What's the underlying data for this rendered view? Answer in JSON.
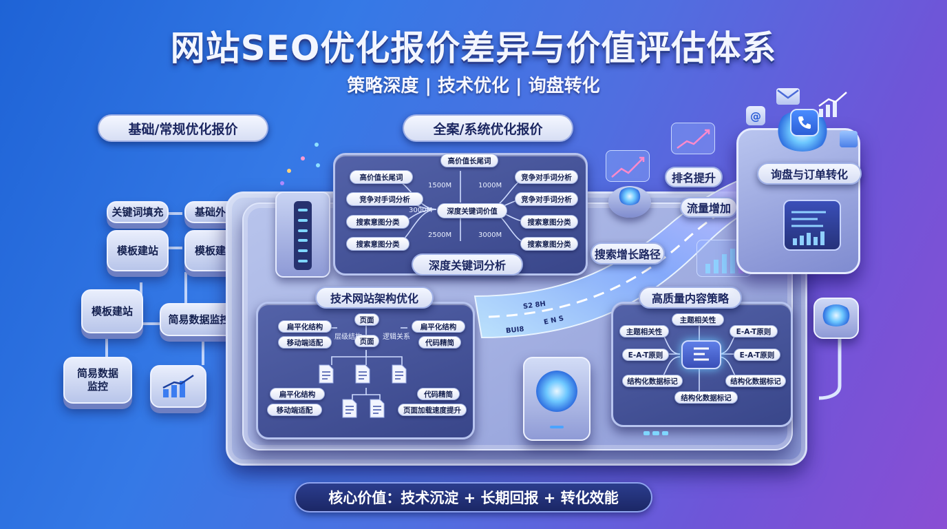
{
  "title": "网站SEO优化报价差异与价值评估体系",
  "subtitle": "策略深度 | 技术优化 | 询盘转化",
  "basic": {
    "heading": "基础/常规优化报价",
    "tiles": [
      "关键词填充",
      "基础外链",
      "模板建站",
      "模板建站",
      "模板建站",
      "简易数据监控",
      "简易数据监控"
    ]
  },
  "full": {
    "heading": "全案/系统优化报价",
    "keyword": {
      "label": "深度关键词分析",
      "center": "深度关键词价值",
      "top": "高价值长尾词",
      "left": [
        "高价值长尾词",
        "竞争对手词分析",
        "搜索意图分类",
        "搜索意图分类"
      ],
      "right": [
        "竞争对手词分析",
        "竞争对手词分析",
        "搜索意图分类",
        "搜索意图分类"
      ],
      "volumes": [
        "1500M",
        "1000M",
        "3000M",
        "2500M",
        "3000M"
      ]
    },
    "tech": {
      "label": "技术网站架构优化",
      "top_nodes": [
        "页面",
        "页面"
      ],
      "left_top": [
        "扁平化结构",
        "移动端适配"
      ],
      "right_top": [
        "扁平化结构",
        "代码精简"
      ],
      "mid_labels": [
        "层级结构",
        "逻辑关系"
      ],
      "left_bottom": [
        "扁平化结构",
        "移动端适配"
      ],
      "right_bottom": [
        "代码精简",
        "页面加载速度提升"
      ]
    },
    "content": {
      "label": "高质量内容策略",
      "tags": [
        "主题相关性",
        "主题相关性",
        "E-A-T原则",
        "E-A-T原则",
        "E-A-T原则",
        "结构化数据标记",
        "结构化数据标记",
        "结构化数据标记"
      ]
    }
  },
  "growth": {
    "path_label": "搜索增长路径",
    "rank_label": "排名提升",
    "traffic_label": "流量增加",
    "conversion_label": "询盘与订单转化",
    "road_codes": [
      "S2 8H",
      "E N S",
      "BUI8"
    ]
  },
  "footer": "核心价值：技术沉淀 + 长期回报 + 转化效能",
  "colors": {
    "accent": "#2f6fe0",
    "glow": "#6ec8ff",
    "purple": "#8a4ed4"
  }
}
